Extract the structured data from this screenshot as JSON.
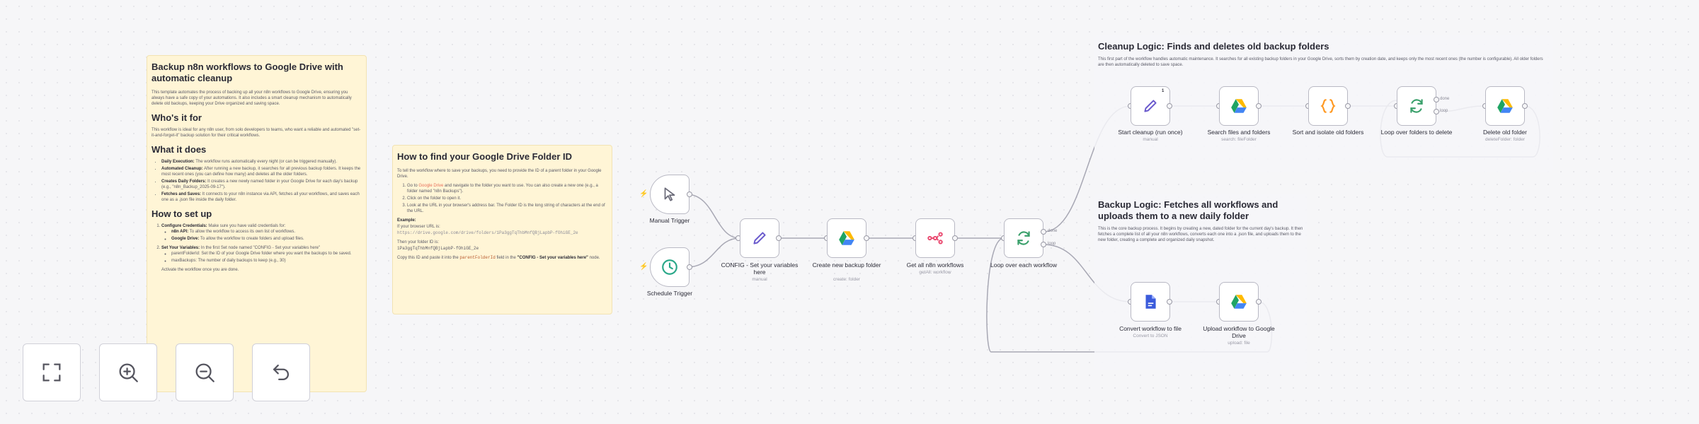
{
  "notes": {
    "main": {
      "title": "Backup n8n workflows to Google Drive with automatic cleanup",
      "intro": "This template automates the process of backing up all your n8n workflows to Google Drive, ensuring you always have a safe copy of your automations. It also includes a smart cleanup mechanism to automatically delete old backups, keeping your Drive organized and saving space.",
      "who_title": "Who's it for",
      "who_text": "This workflow is ideal for any n8n user, from solo developers to teams, who want a reliable and automated \"set-it-and-forget-it\" backup solution for their critical workflows.",
      "what_title": "What it does",
      "what_items": [
        {
          "bold": "Daily Execution:",
          "text": "The workflow runs automatically every night (or can be triggered manually)."
        },
        {
          "bold": "Automated Cleanup:",
          "text": "After running a new backup, it searches for all previous backup folders. It keeps the most recent ones (you can define how many) and deletes all the older folders."
        },
        {
          "bold": "Creates Daily Folders:",
          "text": "It creates a new newly named folder in your Google Drive for each day's backup (e.g., \"n8n_Backup_2025-09-17\")."
        },
        {
          "bold": "Fetches and Saves:",
          "text": "It connects to your n8n instance via API, fetches all your workflows, and saves each one as a .json file inside the daily folder."
        }
      ],
      "setup_title": "How to set up",
      "setup_1_bold": "Configure Credentials:",
      "setup_1_text": "Make sure you have valid credentials for:",
      "setup_1_sub": [
        {
          "bold": "n8n API:",
          "text": "To allow the workflow to access its own list of workflows."
        },
        {
          "bold": "Google Drive:",
          "text": "To allow the workflow to create folders and upload files."
        }
      ],
      "setup_2_bold": "Set Your Variables:",
      "setup_2_text": "In the first Set node named \"CONFIG - Set your variables here\"",
      "setup_2_sub": [
        "parentFolderId: Set the ID of your Google Drive folder where you want the backups to be saved.",
        "maxBackups: The number of daily backups to keep (e.g., 30)"
      ],
      "setup_extra": "Activate the workflow once you are done."
    },
    "folder": {
      "title": "How to find your Google Drive Folder ID",
      "intro": "To tell the workflow where to save your backups, you need to provide the ID of a parent folder in your Google Drive.",
      "step1_pre": "Go to",
      "step1_link": "Google Drive",
      "step1_post": "and navigate to the folder you want to use. You can also create a new one (e.g., a folder named \"n8n Backups\").",
      "step2": "Click on the folder to open it.",
      "step3": "Look at the URL in your browser's address bar. The Folder ID is the long string of characters at the end of the URL.",
      "example_title": "Example:",
      "example_line": "If your browser URL is:",
      "example_url": "https://drive.google.com/drive/folders/1Pa3ggTqThbMnfQBjLapbP-fOhiGE_2e",
      "result_line": "Then your folder ID is:",
      "result_id": "1Pa3ggTqThbMnfQBjLapbP-fOhiGE_2e",
      "copy_pre": "Copy this ID and paste it into the",
      "copy_field": "parentFolderId",
      "copy_mid": "field in the",
      "copy_node": "\"CONFIG - Set your variables here\"",
      "copy_post": "node."
    }
  },
  "groups": {
    "cleanup": {
      "title": "Cleanup Logic: Finds and deletes old backup folders",
      "text": "This first part of the workflow handles automatic maintenance. It searches for all existing backup folders in your Google Drive, sorts them by creation date, and keeps only the most recent ones (the number is configurable). All older folders are then automatically deleted to save space."
    },
    "backup": {
      "title": "Backup Logic: Fetches all workflows and uploads them to a new daily folder",
      "text": "This is the core backup process. It begins by creating a new, dated folder for the current day's backup. It then fetches a complete list of all your n8n workflows, converts each one into a .json file, and uploads them to the new folder, creating a complete and organized daily snapshot."
    }
  },
  "nodes": [
    {
      "id": "manual",
      "label": "Manual Trigger",
      "sub": "",
      "icon": "cursor-icon"
    },
    {
      "id": "schedule",
      "label": "Schedule Trigger",
      "sub": "",
      "icon": "clock-icon"
    },
    {
      "id": "config",
      "label": "CONFIG - Set your variables here",
      "sub": "manual",
      "icon": "pencil-icon"
    },
    {
      "id": "create-folder",
      "label": "Create new backup folder",
      "sub": "create: folder",
      "icon": "google-drive-icon"
    },
    {
      "id": "get-workflows",
      "label": "Get all n8n workflows",
      "sub": "getAll: workflow",
      "icon": "n8n-icon"
    },
    {
      "id": "loop-workflows",
      "label": "Loop over each workflow",
      "sub": "",
      "icon": "loop-icon"
    },
    {
      "id": "convert",
      "label": "Convert workflow to file",
      "sub": "Convert to JSON",
      "icon": "file-icon"
    },
    {
      "id": "upload",
      "label": "Upload workflow to Google Drive",
      "sub": "upload: file",
      "icon": "google-drive-icon"
    },
    {
      "id": "start-cleanup",
      "label": "Start cleanup (run once)",
      "sub": "manual",
      "icon": "pencil-icon"
    },
    {
      "id": "search-folders",
      "label": "Search files and folders",
      "sub": "search: fileFolder",
      "icon": "google-drive-icon"
    },
    {
      "id": "sort-isolate",
      "label": "Sort and isolate old folders",
      "sub": "",
      "icon": "code-icon"
    },
    {
      "id": "loop-delete",
      "label": "Loop over folders to delete",
      "sub": "",
      "icon": "loop-icon"
    },
    {
      "id": "delete-folder",
      "label": "Delete old folder",
      "sub": "deleteFolder: folder",
      "icon": "google-drive-icon"
    }
  ],
  "port_labels": {
    "done": "done",
    "loop": "loop",
    "pin_count": "1"
  },
  "controls": [
    {
      "id": "fit-view",
      "icon": "fit-view-icon"
    },
    {
      "id": "zoom-in",
      "icon": "zoom-in-icon"
    },
    {
      "id": "zoom-out",
      "icon": "zoom-out-icon"
    },
    {
      "id": "undo",
      "icon": "undo-icon"
    }
  ],
  "colors": {
    "sticky": "#fff5d6",
    "accent": "#ff6d5a",
    "edge": "#9a9aa6",
    "trigger_green": "#2aa889",
    "pencil": "#6a5acd",
    "loop_green": "#3aa06b",
    "code_orange": "#ff9922",
    "n8n_pink": "#ea4b71"
  }
}
